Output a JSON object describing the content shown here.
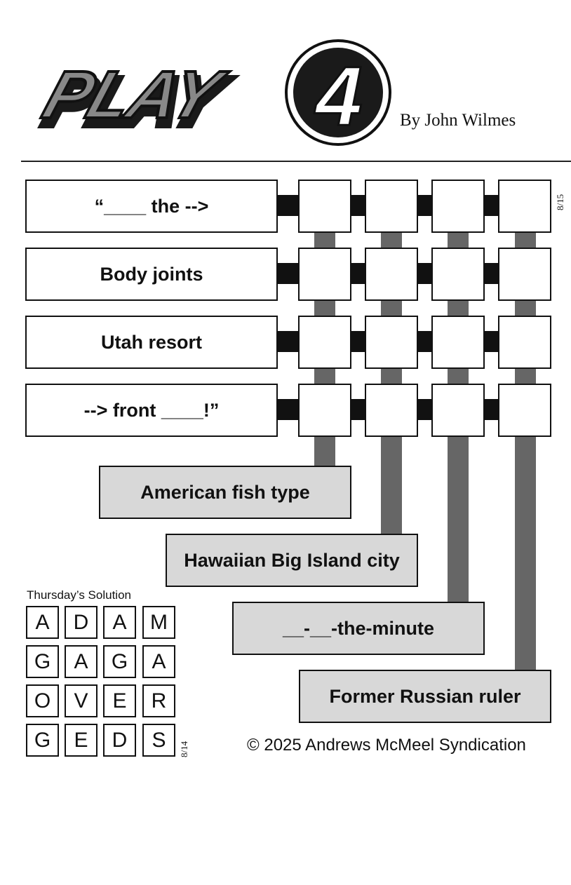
{
  "header": {
    "logo_text": "PLAY4",
    "byline": "By John Wilmes",
    "date_code": "8/15"
  },
  "across_clues": [
    "“____ the -->",
    "Body joints",
    "Utah resort",
    "--> front ____!”"
  ],
  "down_clues": [
    "American fish type",
    "Hawaiian Big Island city",
    "__-__-the-minute",
    "Former Russian ruler"
  ],
  "solution": {
    "title": "Thursday’s Solution",
    "date_code": "8/14",
    "grid": [
      [
        "A",
        "D",
        "A",
        "M"
      ],
      [
        "G",
        "A",
        "G",
        "A"
      ],
      [
        "O",
        "V",
        "E",
        "R"
      ],
      [
        "G",
        "E",
        "D",
        "S"
      ]
    ]
  },
  "footer": {
    "copyright": "© 2025 Andrews McMeel Syndication"
  },
  "colors": {
    "ink": "#111111",
    "column_bar": "#666666",
    "down_clue_fill": "#d8d8d8"
  }
}
